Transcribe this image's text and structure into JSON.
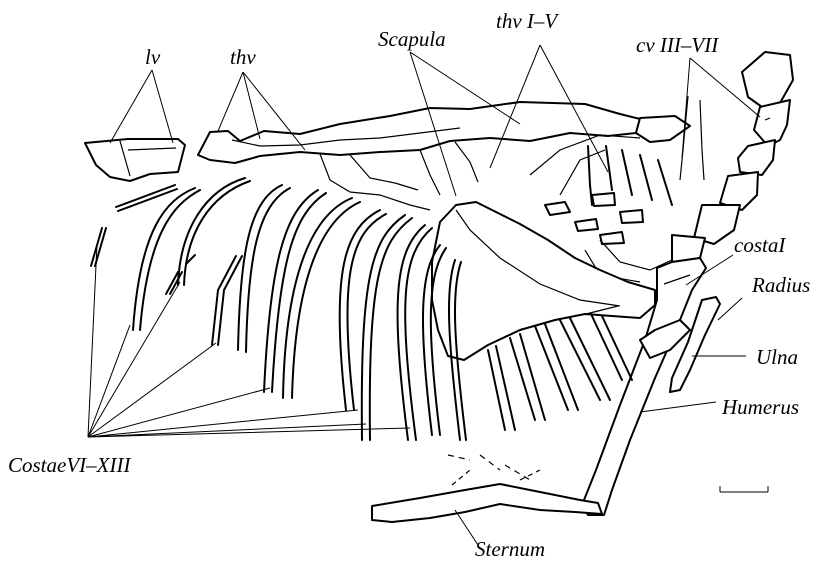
{
  "labels": {
    "lv": "lv",
    "thv": "thv",
    "scapula": "Scapula",
    "thv_range": "thv I–V",
    "cv_range": "cv III–VII",
    "costa_i": "costaI",
    "radius": "Radius",
    "ulna": "Ulna",
    "humerus": "Humerus",
    "costae_range": "CostaeVI–XIII",
    "sternum": "Sternum"
  }
}
